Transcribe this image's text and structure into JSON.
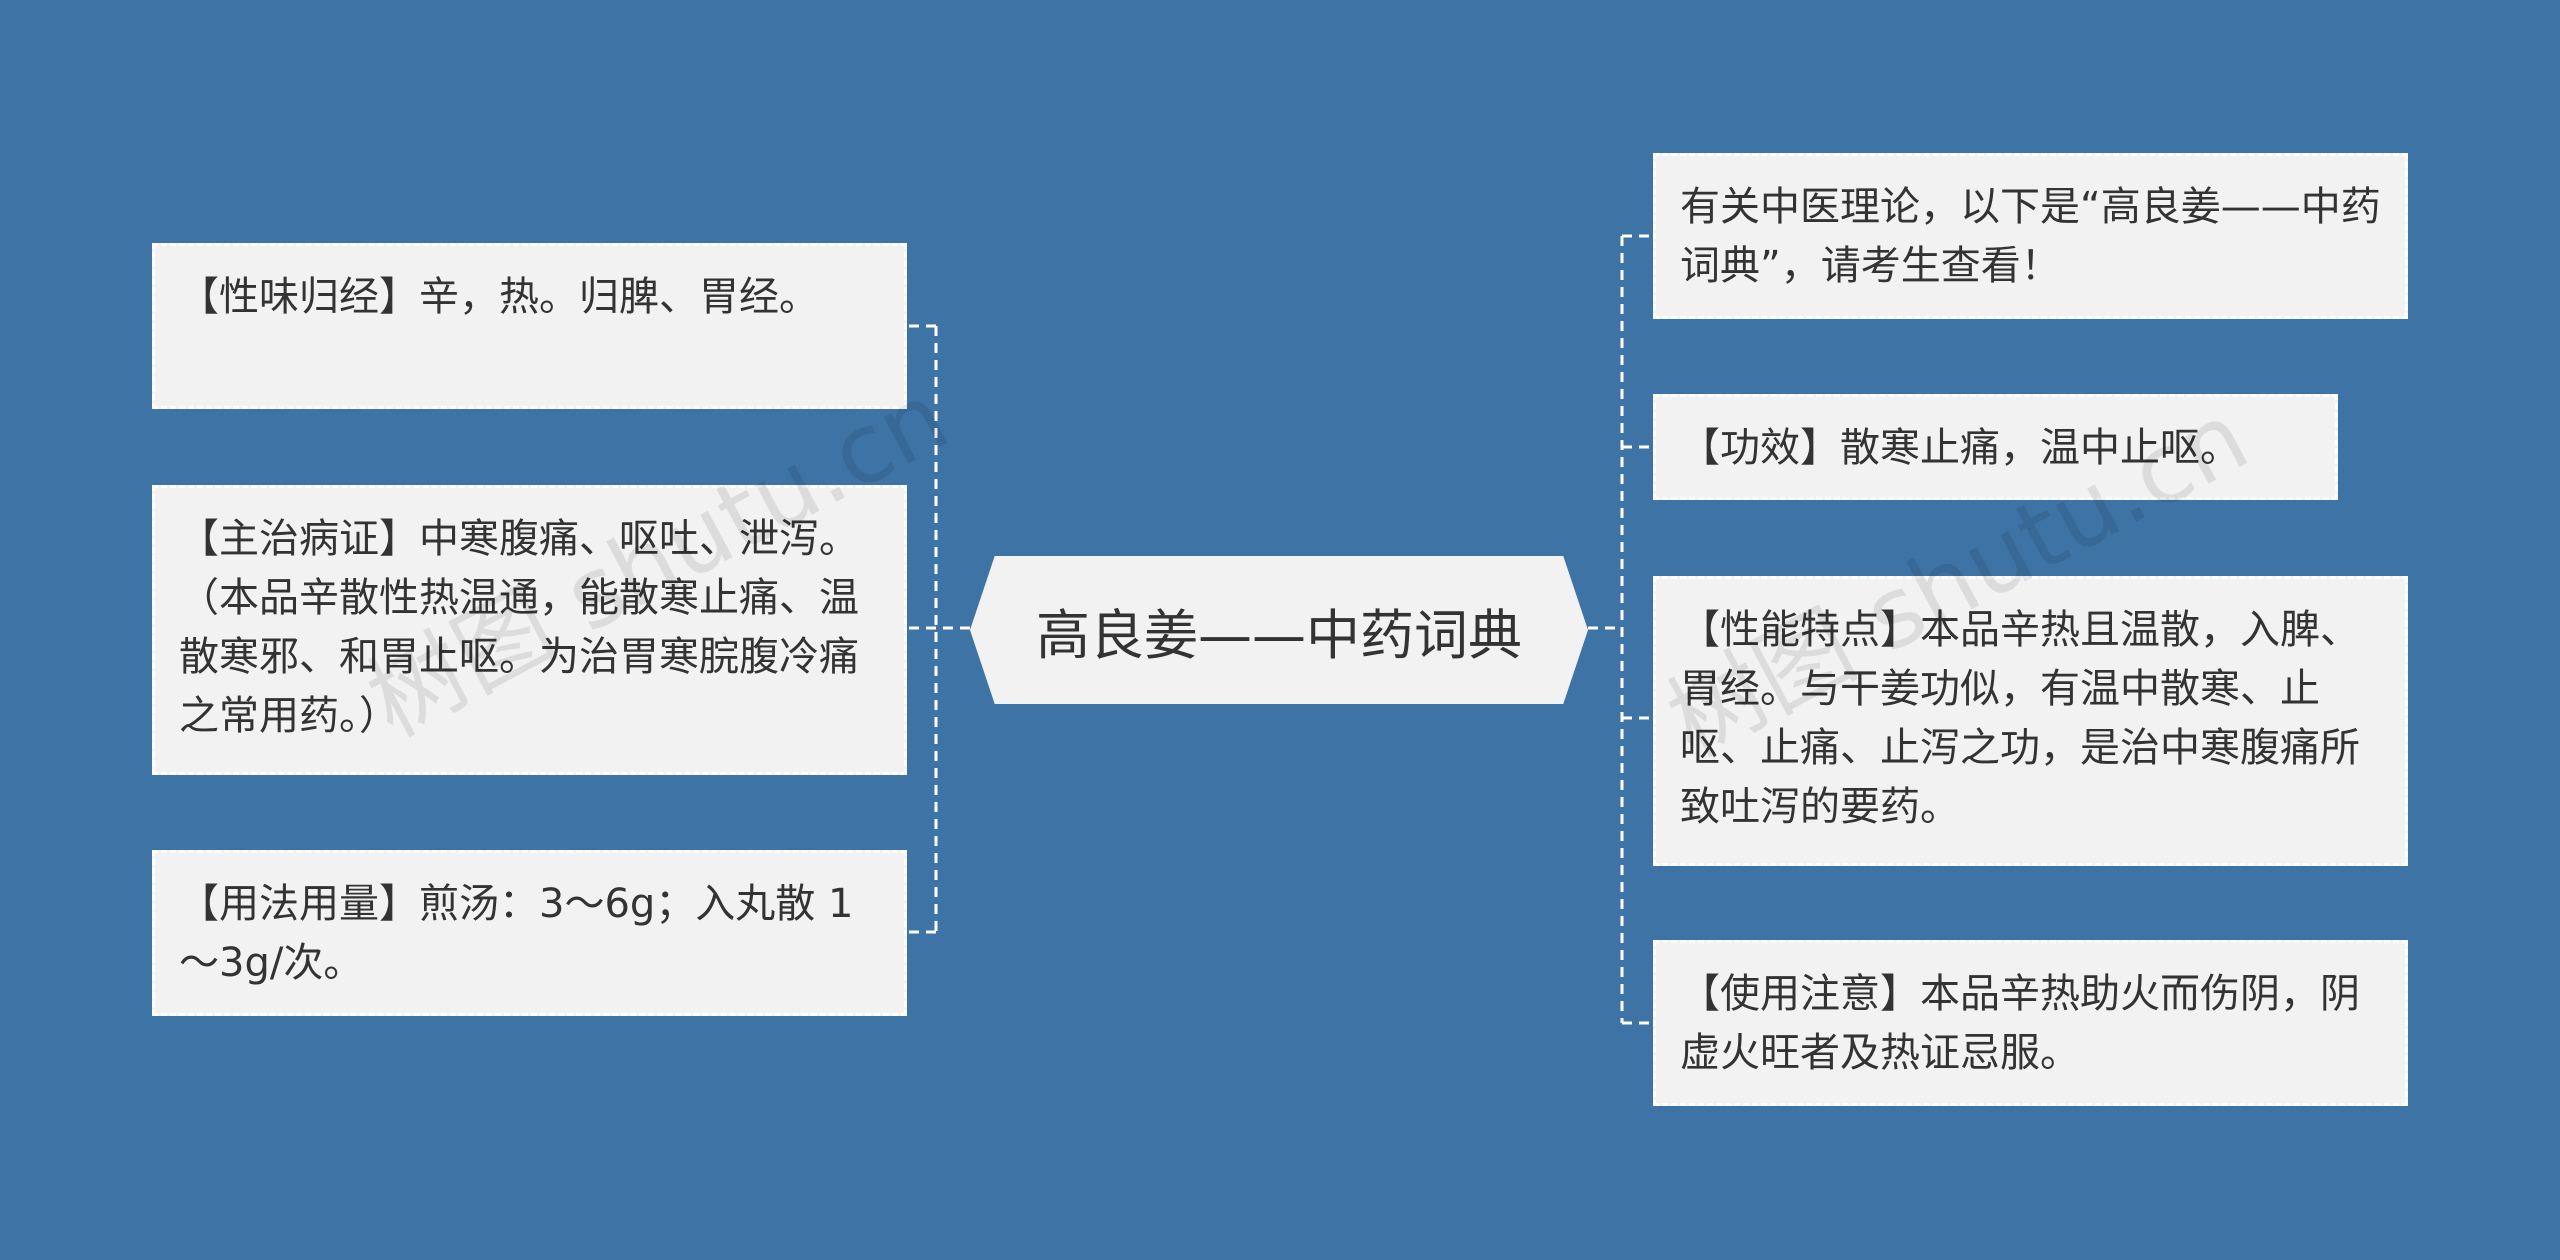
{
  "central_topic": "高良姜——中药词典",
  "left_branches": [
    {
      "text": "【性味归经】辛，热。归脾、胃经。"
    },
    {
      "text": "【主治病证】中寒腹痛、呕吐、泄泻。（本品辛散性热温通，能散寒止痛、温散寒邪、和胃止呕。为治胃寒脘腹冷痛之常用药。）"
    },
    {
      "text": "【用法用量】煎汤：3～6g；入丸散 1～3g/次。"
    }
  ],
  "right_branches": [
    {
      "text": "有关中医理论，以下是“高良姜——中药词典”，请考生查看！"
    },
    {
      "text": "【功效】散寒止痛，温中止呕。"
    },
    {
      "text": "【性能特点】本品辛热且温散，入脾、胃经。与干姜功似，有温中散寒、止呕、止痛、止泻之功，是治中寒腹痛所致吐泻的要药。"
    },
    {
      "text": "【使用注意】本品辛热助火而伤阴，阴虚火旺者及热证忌服。"
    }
  ],
  "watermarks": [
    "树图 shutu.cn",
    "树图 shutu.cn"
  ],
  "colors": {
    "background": "#3d73a5",
    "node_fill": "#f2f2f2",
    "connector": "#ffffff",
    "text": "#333333"
  }
}
